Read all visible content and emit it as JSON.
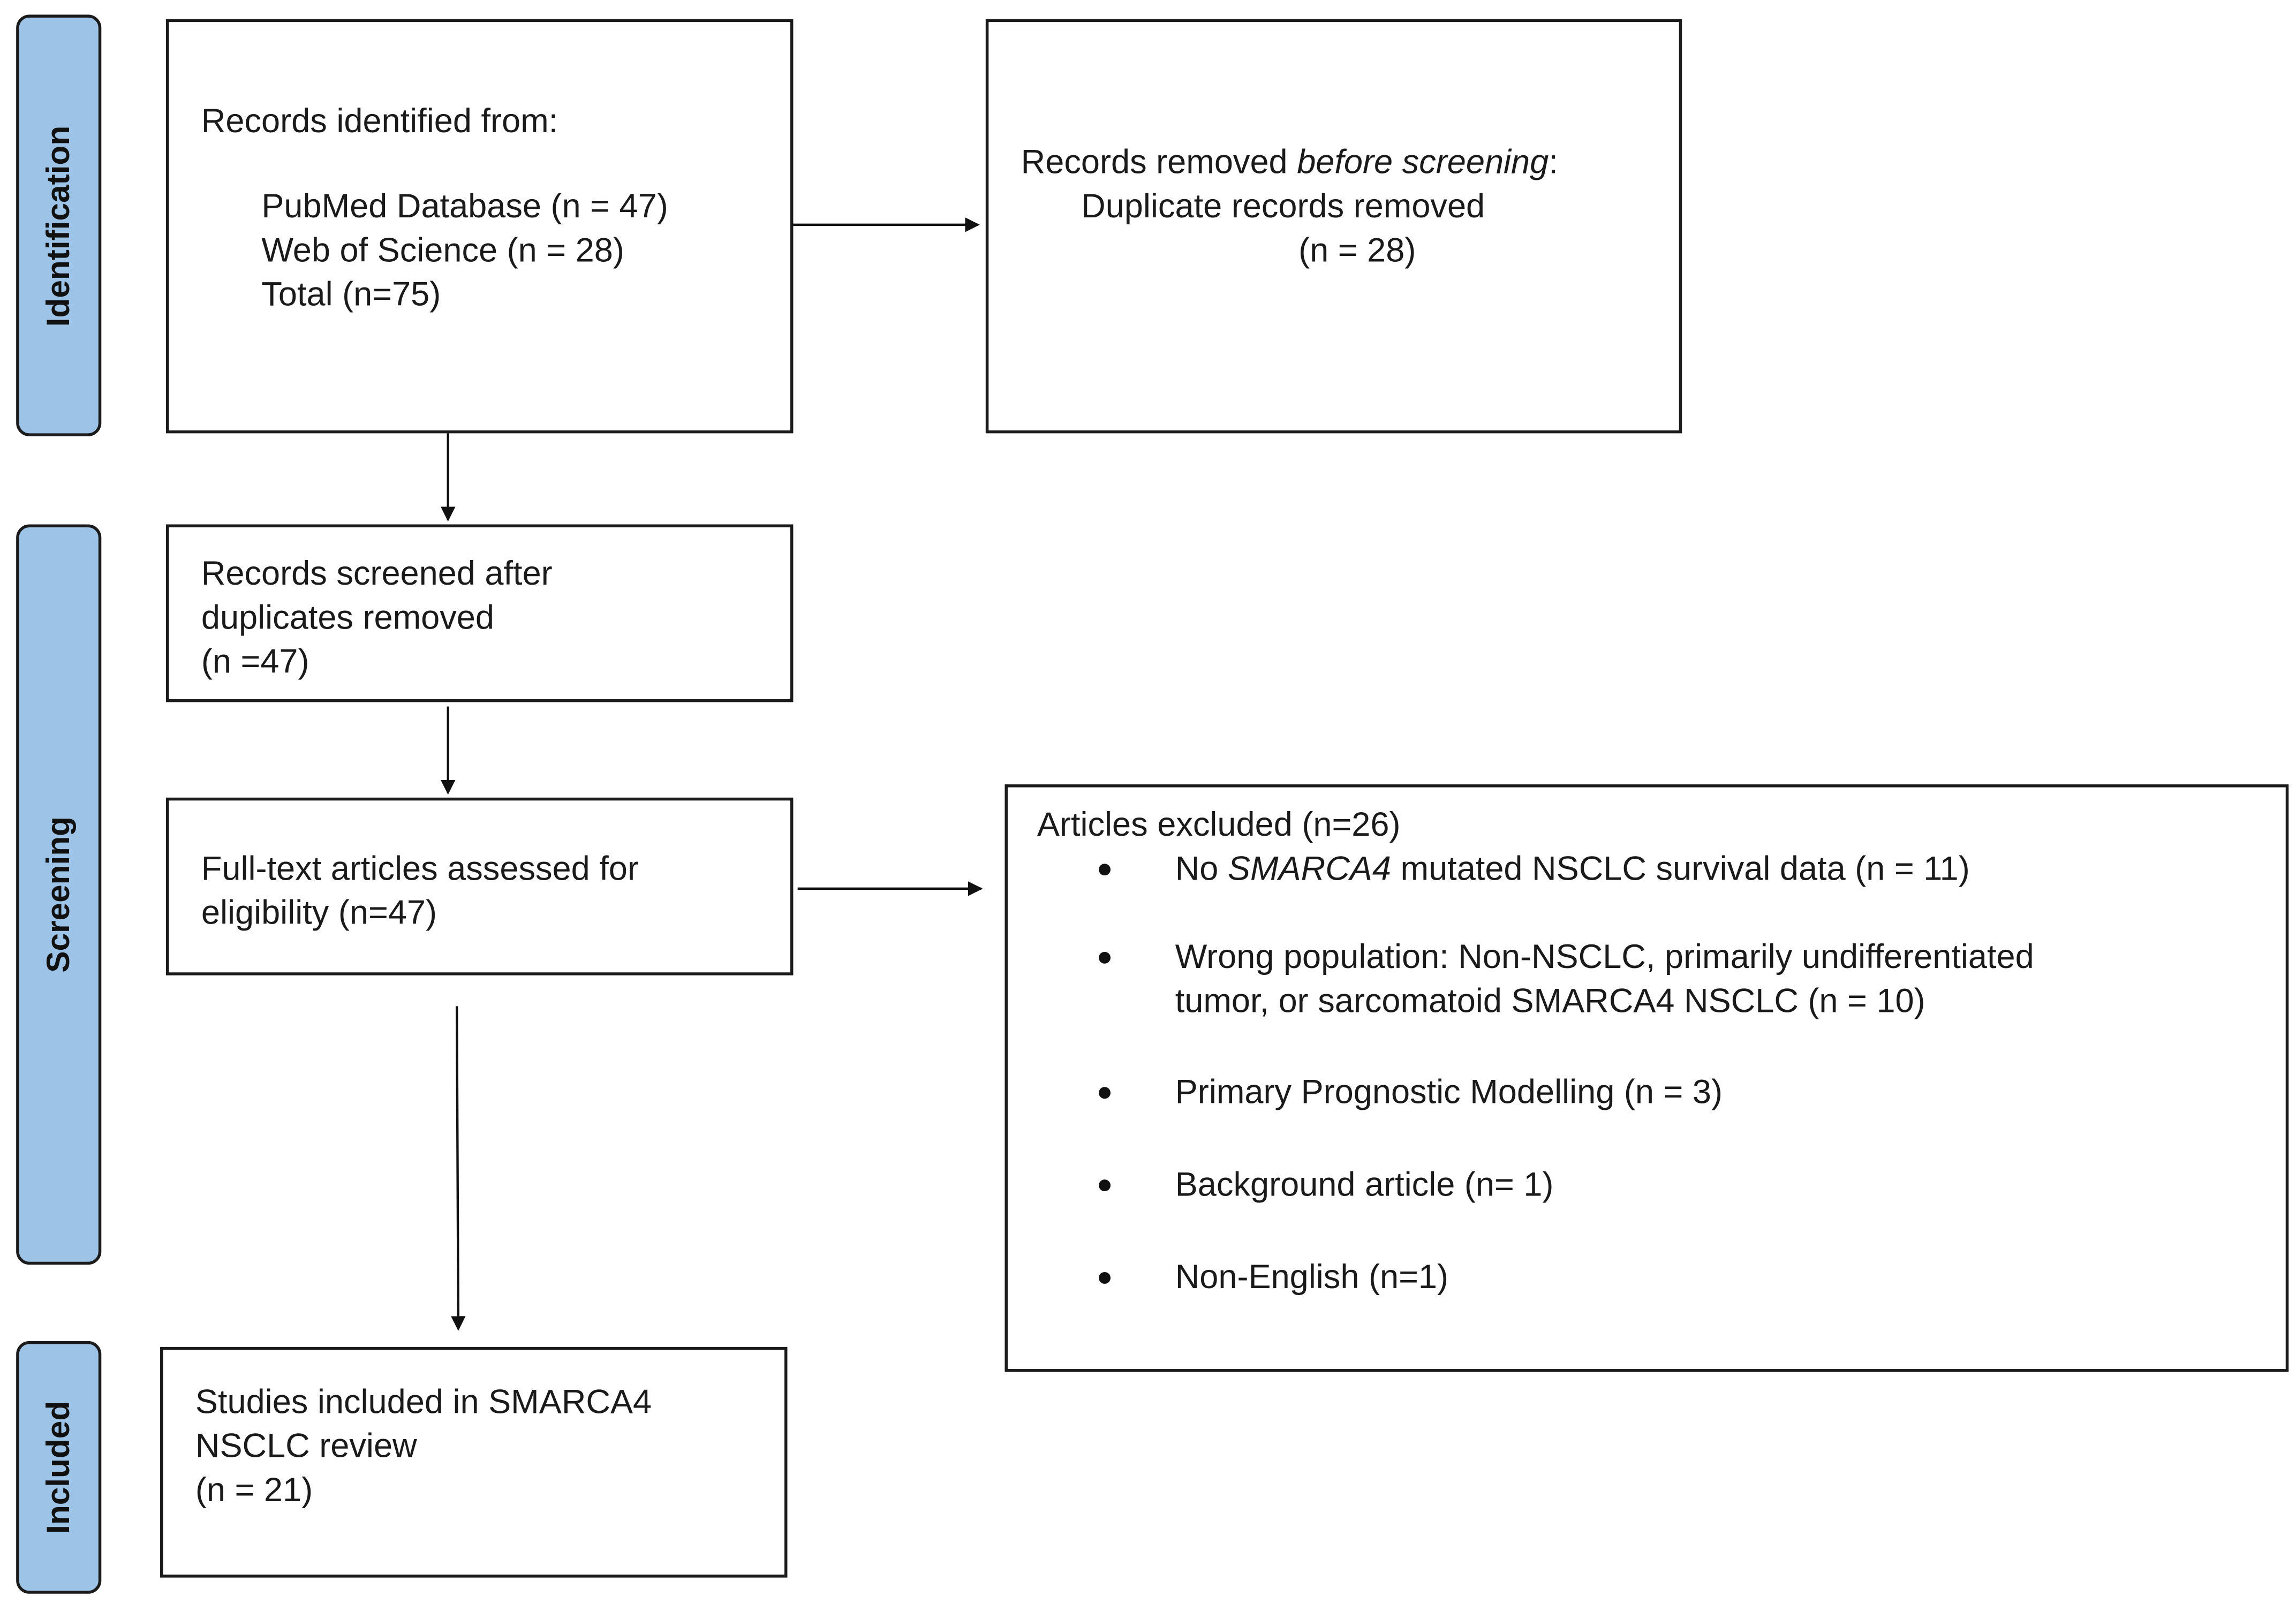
{
  "phases": {
    "identification": "Identification",
    "screening": "Screening",
    "included": "Included"
  },
  "identified": {
    "title": "Records identified from:",
    "pubmed": "PubMed Database (n = 47)",
    "wos": "Web of Science (n = 28)",
    "total": "Total (n=75)"
  },
  "removed": {
    "prefix": "Records removed ",
    "italic": "before screening",
    "suffix": ":",
    "line2": "Duplicate records removed",
    "line3": "(n = 28)"
  },
  "screened": {
    "line1": "Records screened after",
    "line2": "duplicates removed",
    "line3": "(n =47)"
  },
  "fulltext": {
    "line1": "Full-text articles assessed for",
    "line2": "eligibility (n=47)"
  },
  "excluded": {
    "title": "Articles excluded (n=26)",
    "item1_a": "No ",
    "item1_italic": "SMARCA4",
    "item1_b": " mutated NSCLC survival data (n = 11)",
    "item2_line1": "Wrong population: Non-NSCLC, primarily undifferentiated",
    "item2_line2": "tumor, or sarcomatoid SMARCA4 NSCLC (n = 10)",
    "item3": "Primary Prognostic Modelling (n = 3)",
    "item4": "Background article (n= 1)",
    "item5": "Non-English (n=1)"
  },
  "included": {
    "line1": "Studies included in SMARCA4",
    "line2": "NSCLC review",
    "line3": "(n = 21)"
  }
}
